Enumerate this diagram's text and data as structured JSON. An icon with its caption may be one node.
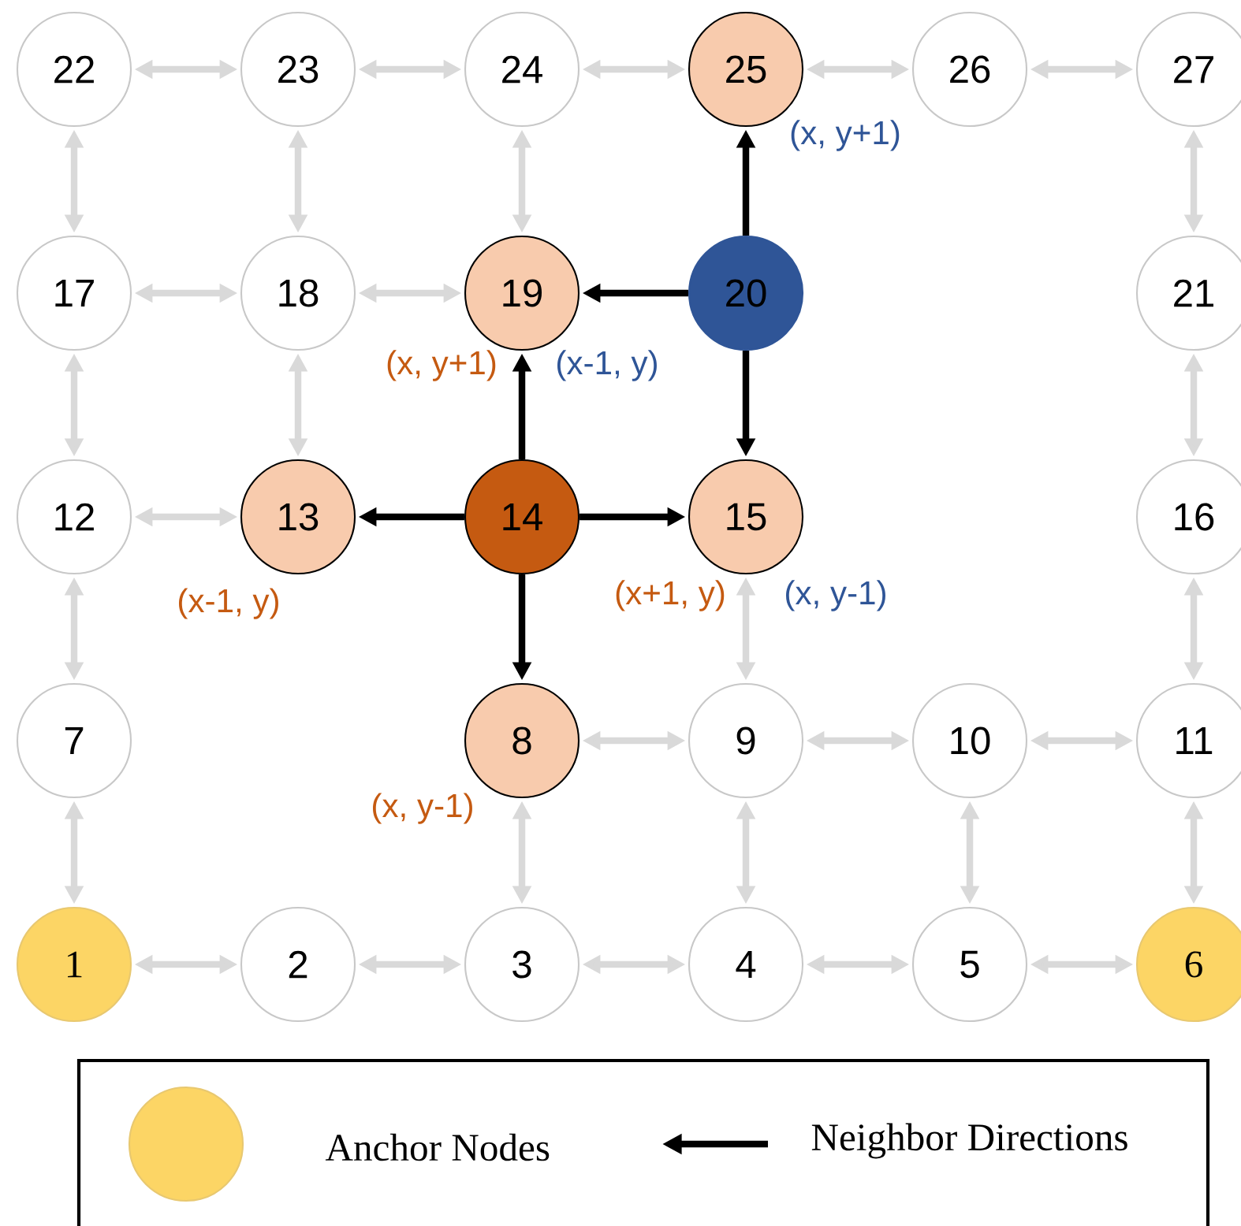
{
  "diagram": {
    "nodes": [
      {
        "text": [
          "1"
        ]
      },
      {
        "text": [
          "2"
        ]
      },
      {
        "text": [
          "3"
        ]
      },
      {
        "text": [
          "4"
        ]
      },
      {
        "text": [
          "5"
        ]
      },
      {
        "text": [
          "6"
        ]
      },
      {
        "text": [
          "7"
        ]
      },
      {
        "text": [
          "8"
        ],
        "beside": [
          "(x, y-1)"
        ]
      },
      {
        "text": [
          "9"
        ]
      },
      {
        "text": [
          "10"
        ]
      },
      {
        "text": [
          "11"
        ]
      },
      {
        "text": [
          "12"
        ]
      },
      {
        "text": [
          "13"
        ],
        "beside": [
          "(x-1, y)"
        ]
      },
      {
        "text": [
          "14"
        ]
      },
      {
        "text": [
          "15"
        ],
        "beside": [
          "(x+1, y)",
          "(x, y-1)"
        ]
      },
      {
        "text": [
          "16"
        ]
      },
      {
        "text": [
          "17"
        ]
      },
      {
        "text": [
          "18"
        ]
      },
      {
        "text": [
          "19"
        ],
        "beside": [
          "(x, y+1)",
          "(x-1, y)"
        ]
      },
      {
        "text": [
          "20"
        ]
      },
      {
        "text": [
          "21"
        ]
      },
      {
        "text": [
          "22"
        ]
      },
      {
        "text": [
          "23"
        ]
      },
      {
        "text": [
          "24"
        ]
      },
      {
        "text": [
          "25"
        ],
        "beside": [
          "(x, y+1)"
        ]
      },
      {
        "text": [
          "26"
        ]
      },
      {
        "text": [
          "27"
        ]
      }
    ],
    "edges": [
      {
        "from": 0,
        "to": 1,
        "arrow": "both"
      },
      {
        "from": 1,
        "to": 2,
        "arrow": "both"
      },
      {
        "from": 2,
        "to": 3,
        "arrow": "both"
      },
      {
        "from": 3,
        "to": 4,
        "arrow": "both"
      },
      {
        "from": 4,
        "to": 5,
        "arrow": "both"
      },
      {
        "from": 0,
        "to": 6,
        "arrow": "both"
      },
      {
        "from": 2,
        "to": 7,
        "arrow": "both"
      },
      {
        "from": 3,
        "to": 8,
        "arrow": "both"
      },
      {
        "from": 4,
        "to": 9,
        "arrow": "both"
      },
      {
        "from": 5,
        "to": 10,
        "arrow": "both"
      },
      {
        "from": 7,
        "to": 8,
        "arrow": "both"
      },
      {
        "from": 8,
        "to": 9,
        "arrow": "both"
      },
      {
        "from": 9,
        "to": 10,
        "arrow": "both"
      },
      {
        "from": 6,
        "to": 11,
        "arrow": "both"
      },
      {
        "from": 8,
        "to": 14,
        "arrow": "both"
      },
      {
        "from": 10,
        "to": 15,
        "arrow": "both"
      },
      {
        "from": 11,
        "to": 12,
        "arrow": "both"
      },
      {
        "from": 11,
        "to": 16,
        "arrow": "both"
      },
      {
        "from": 12,
        "to": 17,
        "arrow": "both"
      },
      {
        "from": 15,
        "to": 20,
        "arrow": "both"
      },
      {
        "from": 16,
        "to": 17,
        "arrow": "both"
      },
      {
        "from": 17,
        "to": 18,
        "arrow": "both"
      },
      {
        "from": 16,
        "to": 21,
        "arrow": "both"
      },
      {
        "from": 17,
        "to": 22,
        "arrow": "both"
      },
      {
        "from": 18,
        "to": 23,
        "arrow": "both"
      },
      {
        "from": 20,
        "to": 26,
        "arrow": "both"
      },
      {
        "from": 21,
        "to": 22,
        "arrow": "both"
      },
      {
        "from": 22,
        "to": 23,
        "arrow": "both"
      },
      {
        "from": 23,
        "to": 24,
        "arrow": "both"
      },
      {
        "from": 24,
        "to": 25,
        "arrow": "both"
      },
      {
        "from": 25,
        "to": 26,
        "arrow": "both"
      },
      {
        "from": 13,
        "to": 12,
        "arrow": "to",
        "color": "#000000"
      },
      {
        "from": 13,
        "to": 14,
        "arrow": "to",
        "color": "#000000"
      },
      {
        "from": 13,
        "to": 18,
        "arrow": "to",
        "color": "#000000"
      },
      {
        "from": 13,
        "to": 7,
        "arrow": "to",
        "color": "#000000"
      },
      {
        "from": 19,
        "to": 18,
        "arrow": "to",
        "color": "#000000"
      },
      {
        "from": 19,
        "to": 24,
        "arrow": "to",
        "color": "#000000"
      },
      {
        "from": 19,
        "to": 14,
        "arrow": "to",
        "color": "#000000"
      }
    ],
    "legend": [
      {
        "text": "Anchor Nodes",
        "color": "#fcd565"
      },
      {
        "text": "Neighbor Directions"
      }
    ]
  }
}
